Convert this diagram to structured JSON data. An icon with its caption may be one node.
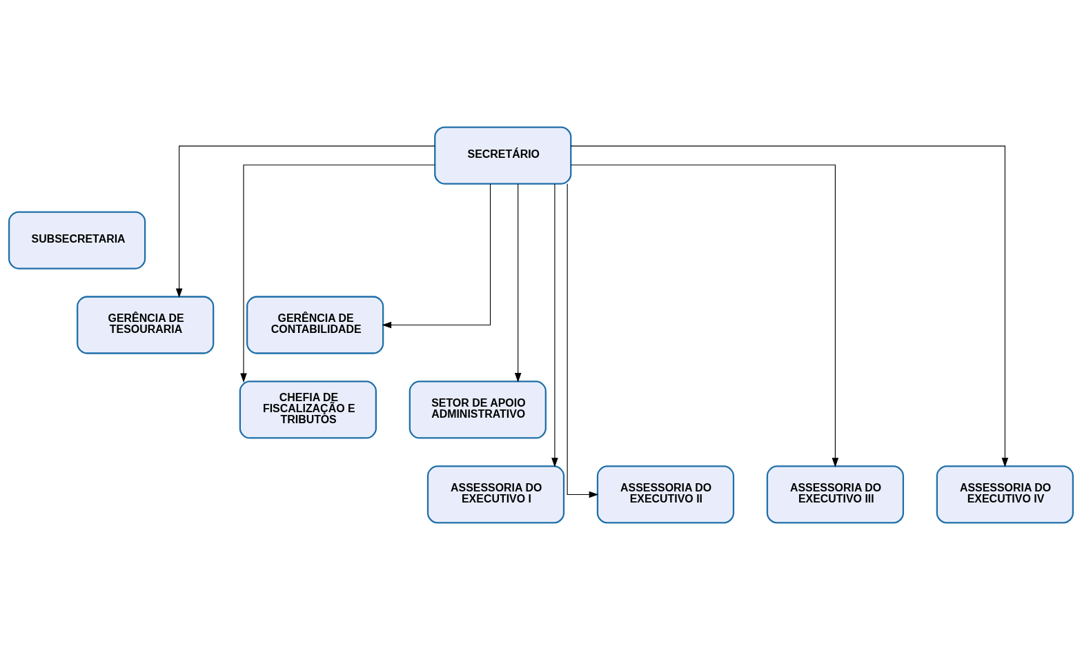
{
  "diagram": {
    "nodes": [
      {
        "text": [
          "SECRETÁRIO"
        ]
      },
      {
        "text": [
          "SUBSECRETARIA"
        ]
      },
      {
        "text": [
          "GERÊNCIA DE TESOURARIA"
        ]
      },
      {
        "text": [
          "GERÊNCIA DE CONTABILIDADE"
        ]
      },
      {
        "text": [
          "CHEFIA DE FISCALIZAÇÃO E TRIBUTOS"
        ]
      },
      {
        "text": [
          "SETOR DE APOIO ADMINISTRATIVO"
        ]
      },
      {
        "text": [
          "ASSESSORIA DO EXECUTIVO I"
        ]
      },
      {
        "text": [
          "ASSESSORIA DO EXECUTIVO II"
        ]
      },
      {
        "text": [
          "ASSESSORIA DO EXECUTIVO III"
        ]
      },
      {
        "text": [
          "ASSESSORIA DO EXECUTIVO IV"
        ]
      }
    ],
    "edges": [
      {
        "from": 0,
        "to": 2,
        "arrow": "to"
      },
      {
        "from": 0,
        "to": 3,
        "arrow": "to"
      },
      {
        "from": 0,
        "to": 4,
        "arrow": "to"
      },
      {
        "from": 0,
        "to": 5,
        "arrow": "to"
      },
      {
        "from": 0,
        "to": 6,
        "arrow": "to"
      },
      {
        "from": 0,
        "to": 7,
        "arrow": "to"
      },
      {
        "from": 0,
        "to": 8,
        "arrow": "to"
      },
      {
        "from": 0,
        "to": 9,
        "arrow": "to"
      }
    ]
  }
}
